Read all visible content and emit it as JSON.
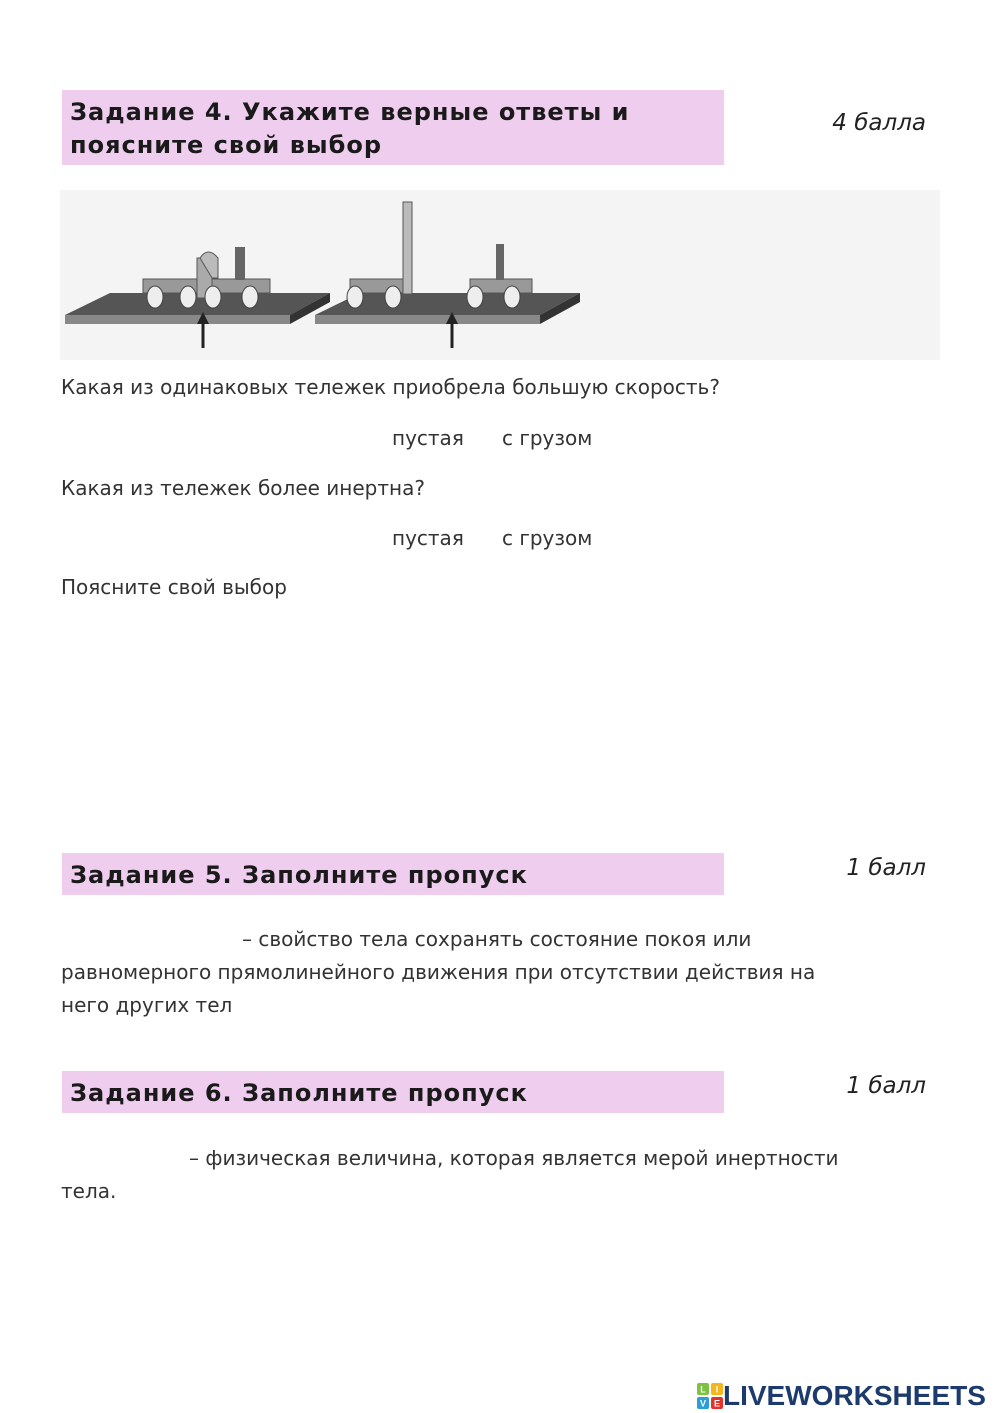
{
  "task4": {
    "title_line1": "Задание 4. Укажите верные ответы и",
    "title_line2": "поясните свой выбор",
    "points": "4 балла",
    "question1": "Какая из одинаковых тележек приобрела большую скорость?",
    "q1_options": [
      "пустая",
      "с грузом"
    ],
    "question2": "Какая из тележек более инертна?",
    "q2_options": [
      "пустая",
      "с грузом"
    ],
    "explain_label": "Поясните свой выбор"
  },
  "task5": {
    "title": "Задание 5. Заполните пропуск",
    "points": "1 балл",
    "line1": "– свойство тела сохранять состояние покоя или",
    "line2": "равномерного прямолинейного движения при отсутствии действия на",
    "line3": "него других тел"
  },
  "task6": {
    "title": "Задание 6. Заполните пропуск",
    "points": "1 балл",
    "line1": "– физическая величина, которая является мерой инертности",
    "line2": "тела."
  },
  "footer": {
    "logo_text": "LIVEWORKSHEETS",
    "logo_letters": [
      "L",
      "I",
      "V",
      "E"
    ]
  }
}
